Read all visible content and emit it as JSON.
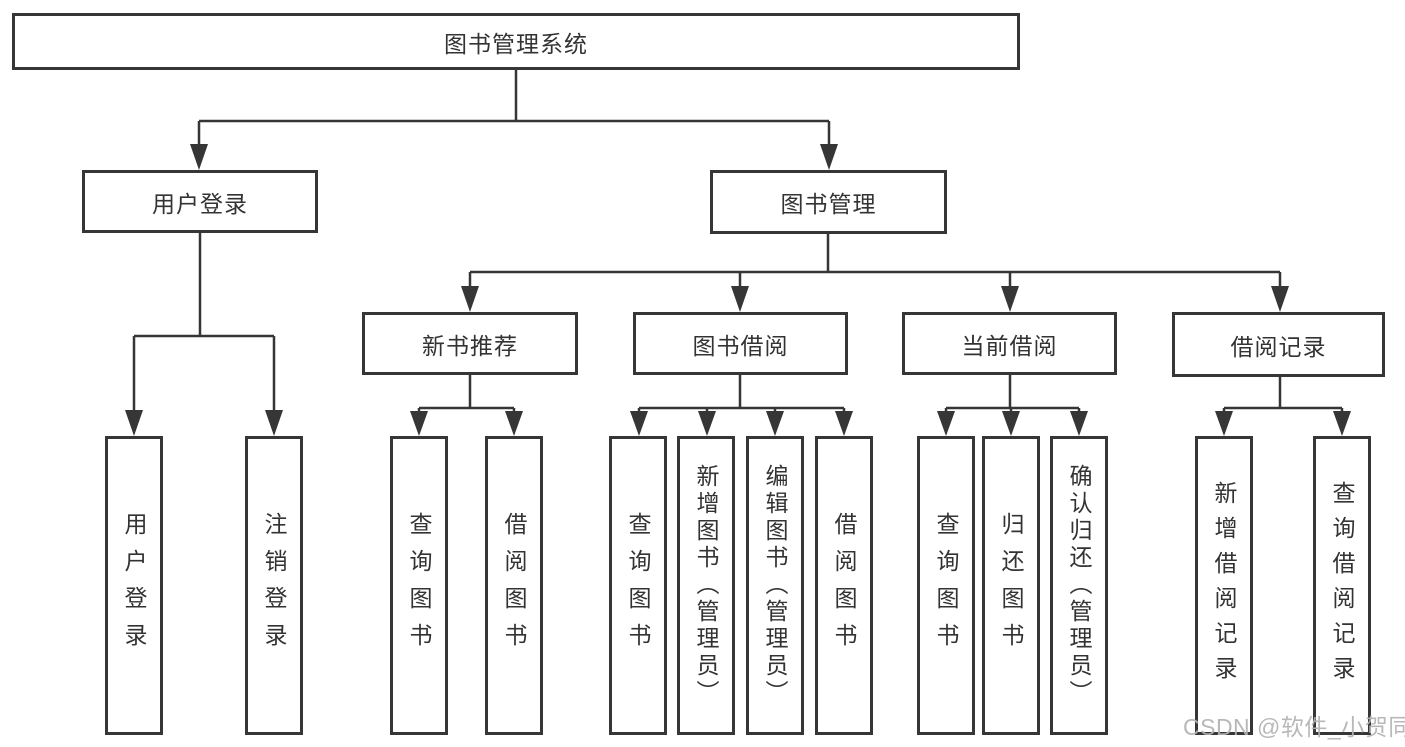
{
  "tree": {
    "label": "图书管理系统",
    "children": [
      {
        "label": "用户登录",
        "children": [
          {
            "label": "用户登录"
          },
          {
            "label": "注销登录"
          }
        ]
      },
      {
        "label": "图书管理",
        "children": [
          {
            "label": "新书推荐",
            "children": [
              {
                "label": "查询图书"
              },
              {
                "label": "借阅图书"
              }
            ]
          },
          {
            "label": "图书借阅",
            "children": [
              {
                "label": "查询图书"
              },
              {
                "label": "新增图书（管理员）"
              },
              {
                "label": "编辑图书（管理员）"
              },
              {
                "label": "借阅图书"
              }
            ]
          },
          {
            "label": "当前借阅",
            "children": [
              {
                "label": "查询图书"
              },
              {
                "label": "归还图书"
              },
              {
                "label": "确认归还（管理员）"
              }
            ]
          },
          {
            "label": "借阅记录",
            "children": [
              {
                "label": "新增借阅记录"
              },
              {
                "label": "查询借阅记录"
              }
            ]
          }
        ]
      }
    ]
  },
  "watermark": {
    "text": "CSDN @软件_小贺同学"
  },
  "colors": {
    "line": "#363636",
    "text": "#333333",
    "background": "#ffffff",
    "watermark": "#b3b3b3"
  }
}
